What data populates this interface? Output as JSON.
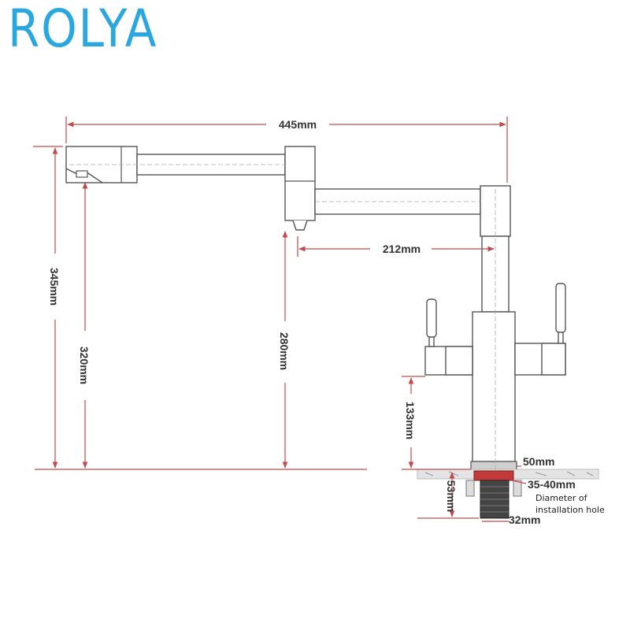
{
  "logo": {
    "text": "ROLYA"
  },
  "colors": {
    "logo": "#2aa7df",
    "dimension_line": "#c24a4a",
    "outline": "#555555",
    "text": "#333333",
    "nut": "#c23a3a"
  },
  "dimensions": {
    "total_reach": "445mm",
    "total_height": "345mm",
    "spout_height": "320mm",
    "secondary_spout_height": "280mm",
    "secondary_reach": "212mm",
    "lever_height": "133mm",
    "base_diameter": "50mm",
    "hole_diameter": "35-40mm",
    "hole_note_line1": "Diameter of",
    "hole_note_line2": "installation hole",
    "shank_length": "53mm",
    "shank_diameter": "32mm"
  }
}
